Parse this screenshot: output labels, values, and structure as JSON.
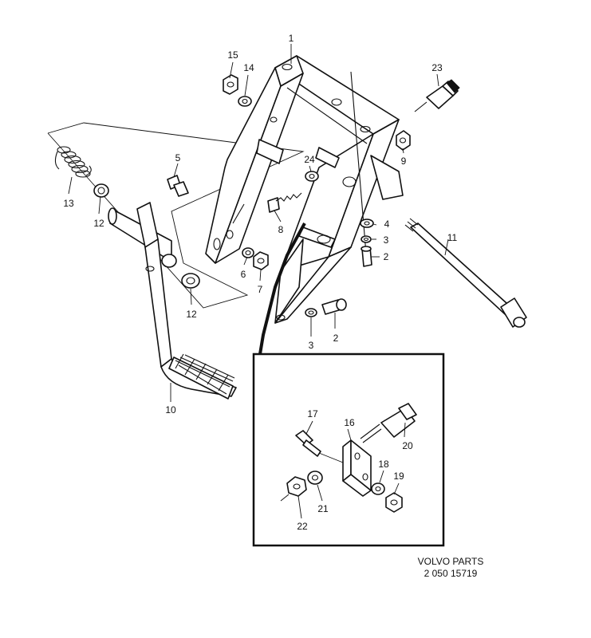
{
  "footer": {
    "brand": "VOLVO PARTS",
    "code": "2 050 15719"
  },
  "callouts": [
    {
      "id": "c1",
      "text": "1"
    },
    {
      "id": "c2a",
      "text": "2"
    },
    {
      "id": "c2b",
      "text": "2"
    },
    {
      "id": "c3a",
      "text": "3"
    },
    {
      "id": "c3b",
      "text": "3"
    },
    {
      "id": "c4",
      "text": "4"
    },
    {
      "id": "c5",
      "text": "5"
    },
    {
      "id": "c6",
      "text": "6"
    },
    {
      "id": "c7",
      "text": "7"
    },
    {
      "id": "c8",
      "text": "8"
    },
    {
      "id": "c9",
      "text": "9"
    },
    {
      "id": "c10",
      "text": "10"
    },
    {
      "id": "c11",
      "text": "11"
    },
    {
      "id": "c12a",
      "text": "12"
    },
    {
      "id": "c12b",
      "text": "12"
    },
    {
      "id": "c13",
      "text": "13"
    },
    {
      "id": "c14",
      "text": "14"
    },
    {
      "id": "c15",
      "text": "15"
    },
    {
      "id": "c16",
      "text": "16"
    },
    {
      "id": "c17",
      "text": "17"
    },
    {
      "id": "c18",
      "text": "18"
    },
    {
      "id": "c19",
      "text": "19"
    },
    {
      "id": "c20",
      "text": "20"
    },
    {
      "id": "c21",
      "text": "21"
    },
    {
      "id": "c22",
      "text": "22"
    },
    {
      "id": "c23",
      "text": "23"
    },
    {
      "id": "c24",
      "text": "24"
    }
  ]
}
